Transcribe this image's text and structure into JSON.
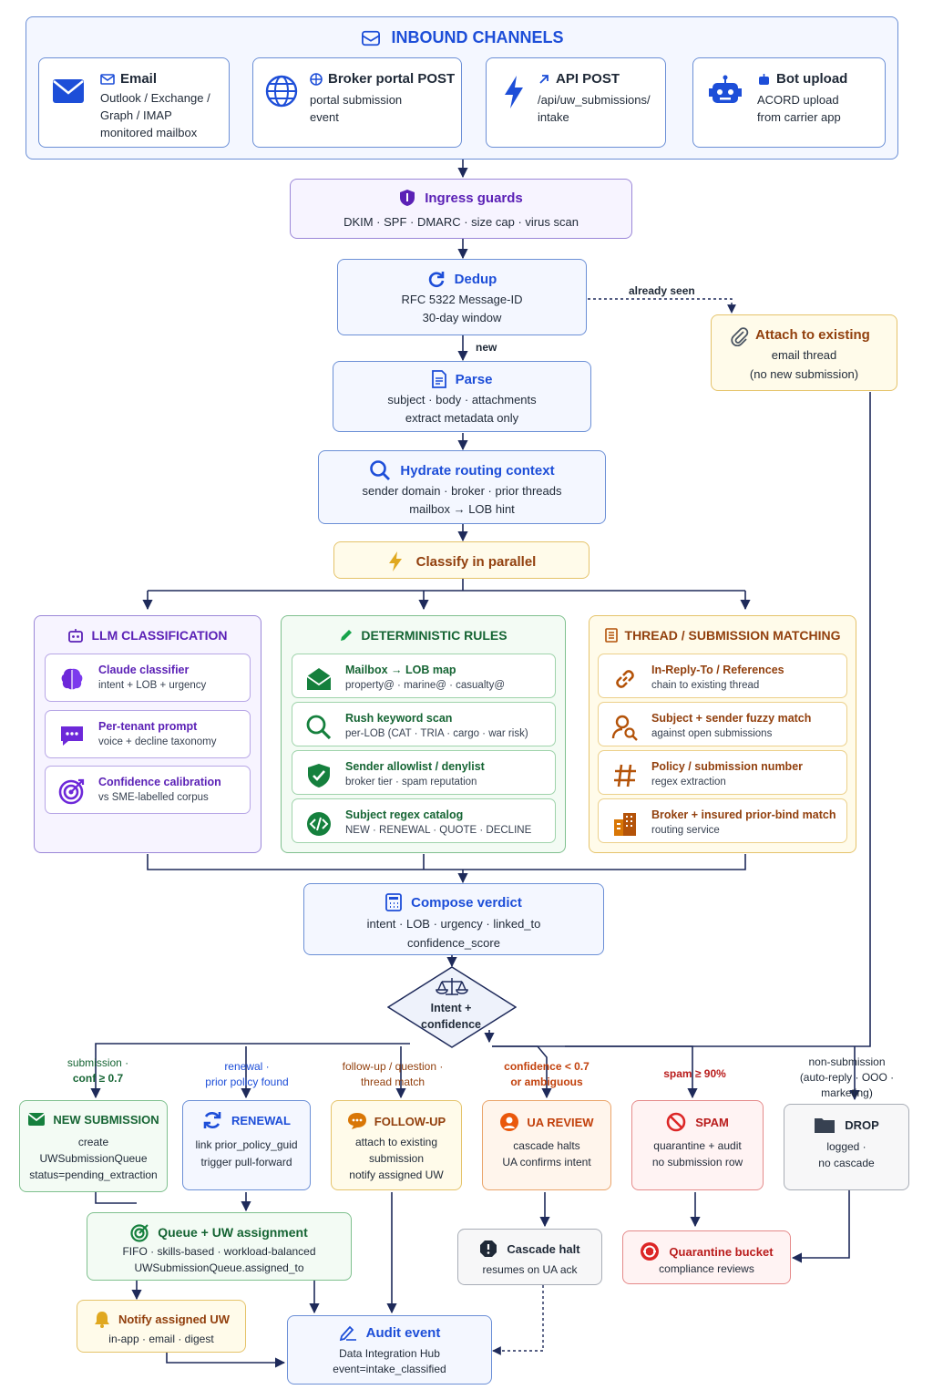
{
  "inbound": {
    "title": "INBOUND CHANNELS",
    "channels": [
      {
        "title": "Email",
        "lines": [
          "Outlook / Exchange /",
          "Graph / IMAP",
          "monitored mailbox"
        ],
        "icon": "envelope-icon"
      },
      {
        "title": "Broker portal POST",
        "lines": [
          "portal submission",
          "event"
        ],
        "icon": "globe-icon"
      },
      {
        "title": "API POST",
        "lines": [
          "/api/uw_submissions/",
          "intake"
        ],
        "icon": "bolt-icon"
      },
      {
        "title": "Bot upload",
        "lines": [
          "ACORD upload",
          "from carrier app"
        ],
        "icon": "robot-icon"
      }
    ]
  },
  "ingress": {
    "title": "Ingress guards",
    "line": "DKIM · SPF · DMARC · size cap · virus scan"
  },
  "dedup": {
    "title": "Dedup",
    "lines": [
      "RFC 5322 Message-ID",
      "30-day window"
    ],
    "seen_label": "already seen",
    "new_label": "new"
  },
  "attach": {
    "title": "Attach to existing",
    "lines": [
      "email thread",
      "(no new submission)"
    ]
  },
  "parse": {
    "title": "Parse",
    "lines": [
      "subject · body · attachments",
      "extract metadata only"
    ]
  },
  "hydrate": {
    "title": "Hydrate routing context",
    "lines": [
      "sender domain · broker · prior threads",
      "mailbox → LOB hint"
    ]
  },
  "classify": {
    "title": "Classify in parallel"
  },
  "llm": {
    "title": "LLM CLASSIFICATION",
    "items": [
      {
        "title": "Claude classifier",
        "sub": "intent + LOB + urgency",
        "icon": "brain-icon"
      },
      {
        "title": "Per-tenant prompt",
        "sub": "voice + decline taxonomy",
        "icon": "chat-icon"
      },
      {
        "title": "Confidence calibration",
        "sub": "vs SME-labelled corpus",
        "icon": "target-icon"
      }
    ]
  },
  "rules": {
    "title": "DETERMINISTIC RULES",
    "items": [
      {
        "title": "Mailbox → LOB map",
        "sub": "property@ · marine@ · casualty@",
        "icon": "mail-open-icon"
      },
      {
        "title": "Rush keyword scan",
        "sub": "per-LOB (CAT · TRIA · cargo · war risk)",
        "icon": "search-icon"
      },
      {
        "title": "Sender allowlist / denylist",
        "sub": "broker tier · spam reputation",
        "icon": "shield-check-icon"
      },
      {
        "title": "Subject regex catalog",
        "sub": "NEW · RENEWAL · QUOTE · DECLINE",
        "icon": "code-icon"
      }
    ]
  },
  "thread": {
    "title": "THREAD / SUBMISSION MATCHING",
    "items": [
      {
        "title": "In-Reply-To / References",
        "sub": "chain to existing thread",
        "icon": "link-icon"
      },
      {
        "title": "Subject + sender fuzzy match",
        "sub": "against open submissions",
        "icon": "person-search-icon"
      },
      {
        "title": "Policy / submission number",
        "sub": "regex extraction",
        "icon": "hash-icon"
      },
      {
        "title": "Broker + insured prior-bind match",
        "sub": "routing service",
        "icon": "building-icon"
      }
    ]
  },
  "compose": {
    "title": "Compose verdict",
    "lines": [
      "intent · LOB · urgency · linked_to",
      "confidence_score"
    ]
  },
  "decision": {
    "lines": [
      "Intent +",
      "confidence"
    ]
  },
  "branch_labels": [
    [
      "submission ·",
      "conf ≥ 0.7"
    ],
    [
      "renewal ·",
      "prior policy found"
    ],
    [
      "follow-up / question ·",
      "thread match"
    ],
    [
      "confidence < 0.7",
      "or ambiguous"
    ],
    [
      "spam ≥ 90%"
    ],
    [
      "non-submission",
      "(auto-reply · OOO ·",
      "marketing)"
    ]
  ],
  "outcomes": {
    "new": {
      "title": "NEW SUBMISSION",
      "lines": [
        "create",
        "UWSubmissionQueue",
        "status=pending_extraction"
      ]
    },
    "renewal": {
      "title": "RENEWAL",
      "lines": [
        "link prior_policy_guid",
        "trigger pull-forward"
      ]
    },
    "followup": {
      "title": "FOLLOW-UP",
      "lines": [
        "attach to existing",
        "submission",
        "notify assigned UW"
      ]
    },
    "review": {
      "title": "UA REVIEW",
      "lines": [
        "cascade halts",
        "UA confirms intent"
      ]
    },
    "spam": {
      "title": "SPAM",
      "lines": [
        "quarantine + audit",
        "no submission row"
      ]
    },
    "drop": {
      "title": "DROP",
      "lines": [
        "logged ·",
        "no cascade"
      ]
    }
  },
  "queue": {
    "title": "Queue + UW assignment",
    "lines": [
      "FIFO · skills-based · workload-balanced",
      "UWSubmissionQueue.assigned_to"
    ]
  },
  "halt": {
    "title": "Cascade halt",
    "line": "resumes on UA ack"
  },
  "quarantine": {
    "title": "Quarantine bucket",
    "line": "compliance reviews"
  },
  "notify": {
    "title": "Notify assigned UW",
    "line": "in-app · email · digest"
  },
  "audit": {
    "title": "Audit event",
    "lines": [
      "Data Integration Hub",
      "event=intake_classified"
    ]
  },
  "colors": {
    "line": "#1e2a5a",
    "blue": "#1d4ed8",
    "purple": "#5b21b6",
    "green": "#166534",
    "gold": "#92400e",
    "orange": "#c2410c",
    "red": "#b91c1c"
  }
}
